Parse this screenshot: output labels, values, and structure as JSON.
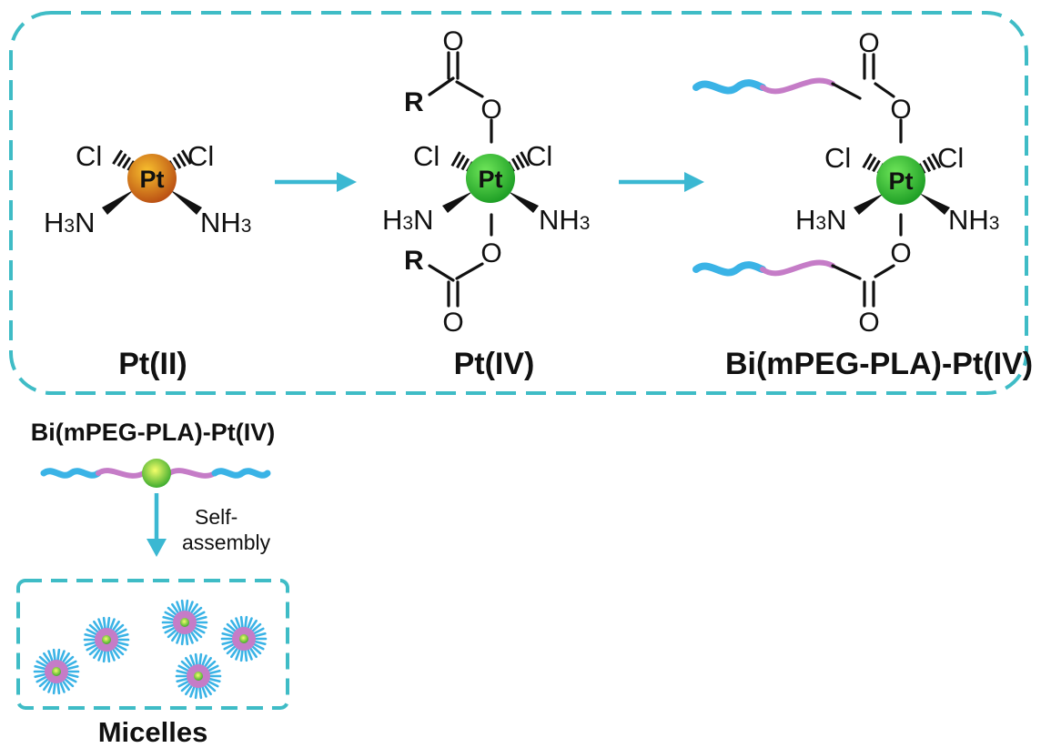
{
  "colors": {
    "frame": "#3fbcc6",
    "arrow": "#3bb8d2",
    "peg": "#3ab3e6",
    "pla": "#c57cc7",
    "pt2_center": "#f8c02e",
    "pt2_edge": "#b74a12",
    "pt4_center": "#6fe65a",
    "pt4_edge": "#199a22"
  },
  "structures": {
    "pt2": {
      "center": "Pt",
      "cl_left": "Cl",
      "cl_right": "Cl",
      "nh3_left": "H3N",
      "nh3_right": "NH3",
      "caption": "Pt(II)"
    },
    "pt4": {
      "center": "Pt",
      "cl_left": "Cl",
      "cl_right": "Cl",
      "nh3_left": "H3N",
      "nh3_right": "NH3",
      "r_top": "R",
      "r_bottom": "R",
      "o_top_carbonyl": "O",
      "o_top_ester": "O",
      "o_bottom_ester": "O",
      "o_bottom_carbonyl": "O",
      "caption": "Pt(IV)"
    },
    "bi": {
      "center": "Pt",
      "cl_left": "Cl",
      "cl_right": "Cl",
      "nh3_left": "H3N",
      "nh3_right": "NH3",
      "o_top_carbonyl": "O",
      "o_top_ester": "O",
      "o_bottom_ester": "O",
      "o_bottom_carbonyl": "O",
      "caption": "Bi(mPEG-PLA)-Pt(IV)"
    }
  },
  "assembly": {
    "title": "Bi(mPEG-PLA)-Pt(IV)",
    "step_line1": "Self-",
    "step_line2": "assembly",
    "result": "Micelles"
  },
  "micelle_count": 5
}
